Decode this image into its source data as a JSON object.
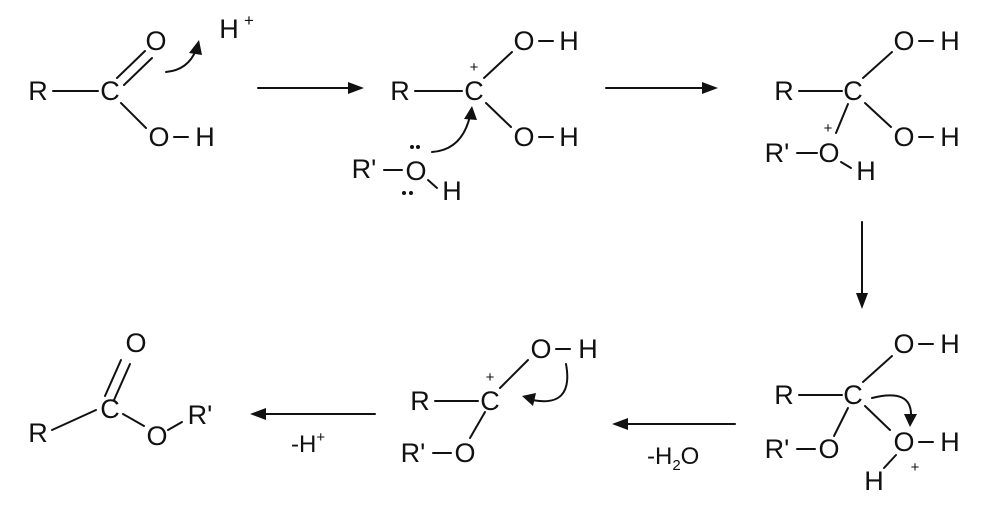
{
  "scheme": {
    "s1": {
      "r": "R",
      "c": "C",
      "o1": "O",
      "oh_o": "O",
      "oh_h": "H",
      "hplus": "H",
      "hplus_sup": "+"
    },
    "s2": {
      "r": "R",
      "c": "C",
      "plus": "+",
      "oh1": "O",
      "oh1_h": "H",
      "oh2": "O",
      "oh2_h": "H",
      "rp": "R'",
      "o": "O",
      "h": "H"
    },
    "s3": {
      "r": "R",
      "c": "C",
      "oh1": "O",
      "oh1_h": "H",
      "oh2": "O",
      "oh2_h": "H",
      "rp": "R'",
      "o": "O",
      "plus": "+",
      "h": "H"
    },
    "s4": {
      "r": "R",
      "c": "C",
      "oh": "O",
      "oh_h": "H",
      "rp": "R'",
      "o": "O",
      "o2": "O",
      "o2_h": "H",
      "h": "H",
      "plus": "+"
    },
    "s5": {
      "r": "R",
      "c": "C",
      "plus": "+",
      "oh": "O",
      "oh_h": "H",
      "rp": "R'",
      "o": "O"
    },
    "s6": {
      "r": "R",
      "c": "C",
      "o1": "O",
      "o2": "O",
      "rp": "R'"
    },
    "conditions": {
      "water_pre": "-H",
      "water_sub": "2",
      "water_post": "O",
      "proton": "-H",
      "proton_sup": "+"
    }
  }
}
